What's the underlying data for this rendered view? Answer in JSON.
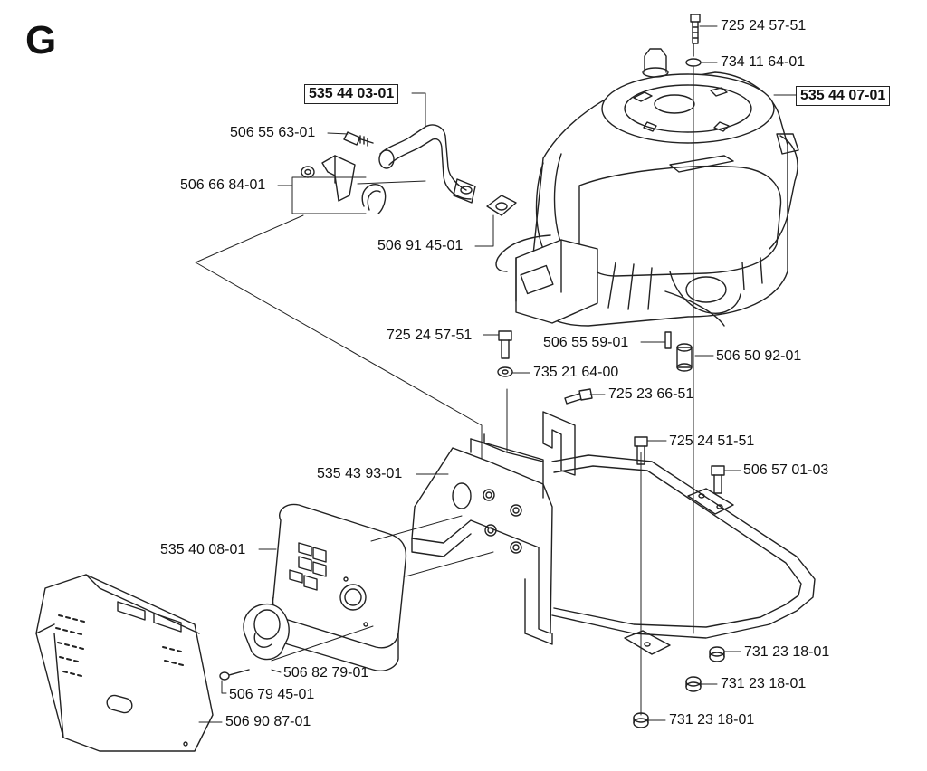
{
  "section_letter": "G",
  "labels": {
    "p725_24_57_51_top": "725 24 57-51",
    "p734_11_64_01": "734 11 64-01",
    "p535_44_07_01": "535 44 07-01",
    "p535_44_03_01": "535 44 03-01",
    "p506_55_63_01": "506 55 63-01",
    "p506_66_84_01": "506 66 84-01",
    "p506_91_45_01": "506 91 45-01",
    "p725_24_57_51_mid": "725 24 57-51",
    "p506_55_59_01": "506 55 59-01",
    "p506_50_92_01": "506 50 92-01",
    "p735_21_64_00": "735 21 64-00",
    "p725_23_66_51": "725 23 66-51",
    "p725_24_51_51": "725 24 51-51",
    "p506_57_01_03": "506 57 01-03",
    "p535_43_93_01": "535 43 93-01",
    "p535_40_08_01": "535 40 08-01",
    "p731_23_18_01_a": "731 23 18-01",
    "p731_23_18_01_b": "731 23 18-01",
    "p731_23_18_01_c": "731 23 18-01",
    "p506_82_79_01": "506 82 79-01",
    "p506_79_45_01": "506 79 45-01",
    "p506_90_87_01": "506 90 87-01"
  }
}
